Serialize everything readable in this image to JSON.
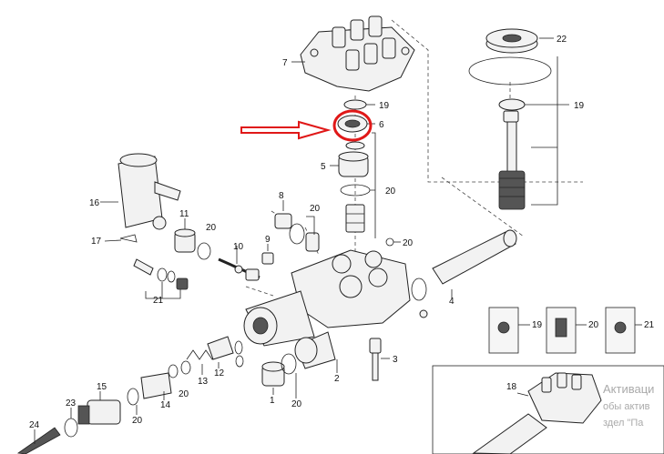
{
  "diagram": {
    "part_labels": [
      {
        "id": "p22",
        "text": "22"
      },
      {
        "id": "p7",
        "text": "7"
      },
      {
        "id": "p19a",
        "text": "19"
      },
      {
        "id": "p19b",
        "text": "19"
      },
      {
        "id": "p6",
        "text": "6"
      },
      {
        "id": "p5",
        "text": "5"
      },
      {
        "id": "p20a",
        "text": "20"
      },
      {
        "id": "p16",
        "text": "16"
      },
      {
        "id": "p8",
        "text": "8"
      },
      {
        "id": "p20b",
        "text": "20"
      },
      {
        "id": "p11",
        "text": "11"
      },
      {
        "id": "p20c",
        "text": "20"
      },
      {
        "id": "p17",
        "text": "17"
      },
      {
        "id": "p10",
        "text": "10"
      },
      {
        "id": "p9",
        "text": "9"
      },
      {
        "id": "p20d",
        "text": "20"
      },
      {
        "id": "p21",
        "text": "21"
      },
      {
        "id": "p4",
        "text": "4"
      },
      {
        "id": "p3",
        "text": "3"
      },
      {
        "id": "p2",
        "text": "2"
      },
      {
        "id": "p13",
        "text": "13"
      },
      {
        "id": "p12",
        "text": "12"
      },
      {
        "id": "p1",
        "text": "1"
      },
      {
        "id": "p20e",
        "text": "20"
      },
      {
        "id": "p15",
        "text": "15"
      },
      {
        "id": "p14",
        "text": "14"
      },
      {
        "id": "p20f",
        "text": "20"
      },
      {
        "id": "p20g",
        "text": "20"
      },
      {
        "id": "p23",
        "text": "23"
      },
      {
        "id": "p24",
        "text": "24"
      },
      {
        "id": "p18",
        "text": "18"
      },
      {
        "id": "kit19",
        "text": "19"
      },
      {
        "id": "kit20",
        "text": "20"
      },
      {
        "id": "kit21",
        "text": "21"
      }
    ],
    "highlight": {
      "target": "6",
      "color": "#e01818"
    },
    "watermark": {
      "line1": "Активаци",
      "line2": "обы актив",
      "line3": "здел \"Па"
    }
  }
}
